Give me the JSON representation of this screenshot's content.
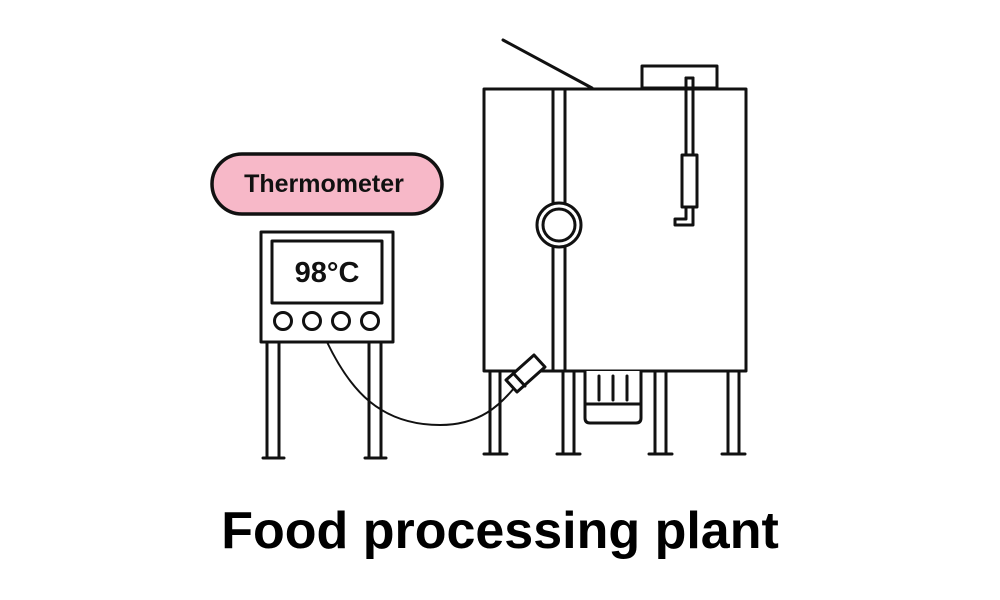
{
  "label_badge": {
    "text": "Thermometer"
  },
  "thermometer": {
    "reading": "98°C"
  },
  "caption": "Food processing plant",
  "colors": {
    "badge_fill": "#f7b8c8",
    "outline": "#111111",
    "background": "#ffffff"
  }
}
